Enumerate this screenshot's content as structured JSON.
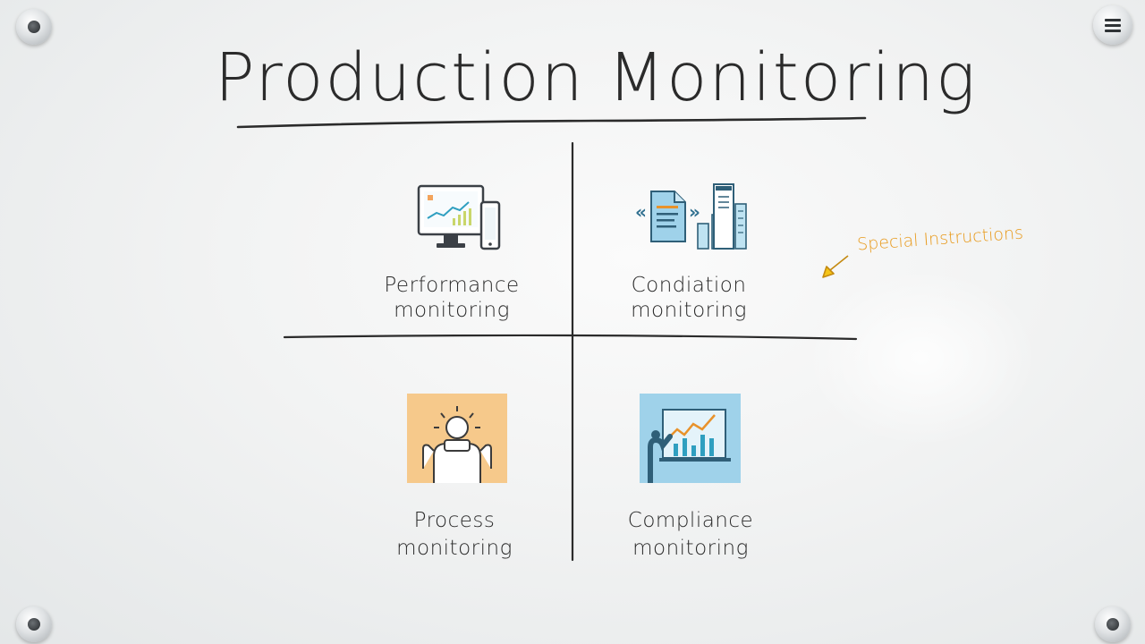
{
  "title": "Production Monitoring",
  "quadrants": [
    {
      "line1": "Performance",
      "line2": "monitoring",
      "icon": "monitor-chart-icon"
    },
    {
      "line1": "Condiation",
      "line2": "monitoring",
      "icon": "document-building-icon"
    },
    {
      "line1": "Process",
      "line2": "monitoring",
      "icon": "person-lightbulb-icon"
    },
    {
      "line1": "Compliance",
      "line2": "monitoring",
      "icon": "presenter-chart-icon"
    }
  ],
  "annotation": "Special Instructions",
  "colors": {
    "annotation": "#e89a1c",
    "ink": "#2b2b2b",
    "accent_teal": "#2f9fc0",
    "accent_orange_bg": "#f6c98b",
    "accent_blue_bg": "#9fd2ea"
  },
  "controls": {
    "menu_icon": "hamburger-menu-icon"
  }
}
